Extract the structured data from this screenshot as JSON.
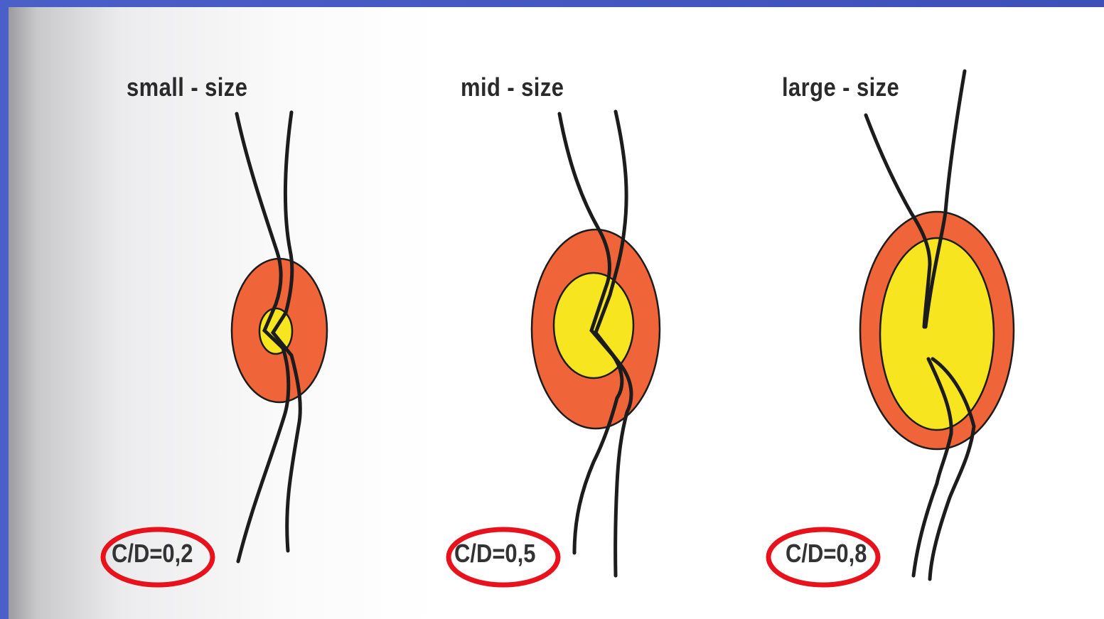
{
  "colors": {
    "frame_blue": "#4050bb",
    "disc_rim": "#f0643a",
    "cup": "#f7e51f",
    "vessel": "#1c1c1c",
    "highlight_ring": "#e8121c"
  },
  "optic_discs": [
    {
      "size_label": "small - size",
      "cd_label": "C/D=0,2",
      "cd_ratio": 0.2
    },
    {
      "size_label": "mid - size",
      "cd_label": "C/D=0,5",
      "cd_ratio": 0.5
    },
    {
      "size_label": "large - size",
      "cd_label": "C/D=0,8",
      "cd_ratio": 0.8
    }
  ]
}
